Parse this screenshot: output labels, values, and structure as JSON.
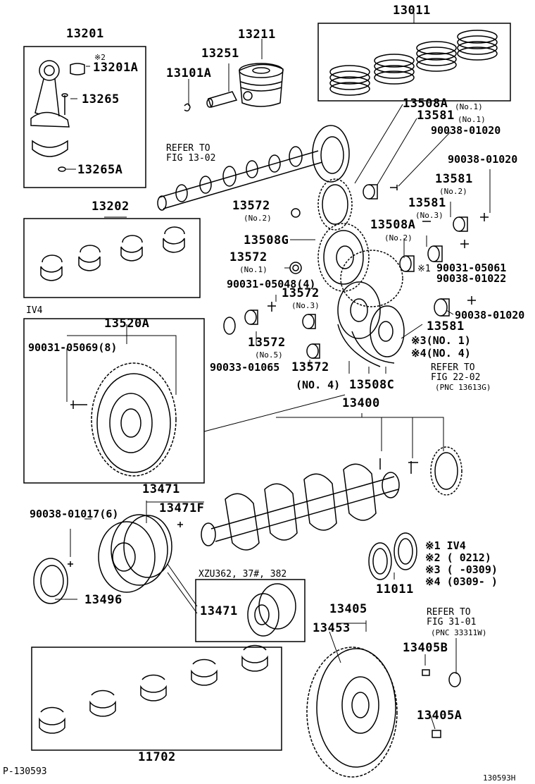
{
  "labels": {
    "p13201": "13201",
    "p13201a": "13201A",
    "p13201a_note": "※2",
    "p13265": "13265",
    "p13265a": "13265A",
    "p13211": "13211",
    "p13251": "13251",
    "p13101a": "13101A",
    "p13011": "13011",
    "p13508a_1": "13508A",
    "p13508a_1_no": "(No.1)",
    "p13581_1": "13581",
    "p13581_1_no": "(No.1)",
    "p90038_01020_a": "90038-01020",
    "p90038_01020_b": "90038-01020",
    "refer_fig13_line1": "REFER TO",
    "refer_fig13_line2": "FIG 13-02",
    "p13581_2": "13581",
    "p13581_2_no": "(No.2)",
    "p13572_2": "13572",
    "p13572_2_no": "(No.2)",
    "p13581_3": "13581",
    "p13581_3_no": "(No.3)",
    "p13202": "13202",
    "p13508a_2": "13508A",
    "p13508a_2_no": "(No.2)",
    "p13508g": "13508G",
    "p13572_1": "13572",
    "p13572_1_no": "(No.1)",
    "note1": "※1",
    "p90031_05061": "90031-05061",
    "p90038_01022": "90038-01022",
    "p90031_05048": "90031-05048(4)",
    "p13572_3": "13572",
    "p13572_3_no": "(No.3)",
    "p90038_01020_c": "90038-01020",
    "iv4": "IV4",
    "p13520a": "13520A",
    "p90031_05069": "90031-05069(8)",
    "p13581_4": "13581",
    "p13572_5": "13572",
    "p13572_5_no": "(No.5)",
    "note3_no1": "※3(NO. 1)",
    "note4_no4": "※4(NO. 4)",
    "p90033_01065": "90033-01065",
    "p13572_4": "13572",
    "p13572_4_no": "(NO. 4)",
    "refer_fig22_line1": "REFER TO",
    "refer_fig22_line2": "FIG 22-02",
    "refer_fig22_line3": "(PNC 13613G)",
    "p13508c": "13508C",
    "p13400": "13400",
    "p13471": "13471",
    "p13471f": "13471F",
    "p90038_01017": "90038-01017(6)",
    "legend1": "※1 IV4",
    "legend2": "※2 (        0212)",
    "legend3": "※3 (        -0309)",
    "legend4": "※4 (0309-        )",
    "p13496": "13496",
    "xzu_note": "XZU362, 37#, 382",
    "p13471_b": "13471",
    "p11011": "11011",
    "p13405": "13405",
    "refer_fig31_line1": "REFER TO",
    "refer_fig31_line2": "FIG 31-01",
    "refer_fig31_line3": "(PNC 33311W)",
    "p13453": "13453",
    "p13405b": "13405B",
    "p13405a": "13405A",
    "p11702": "11702",
    "footer_left": "P-130593",
    "footer_right": "130593H"
  }
}
